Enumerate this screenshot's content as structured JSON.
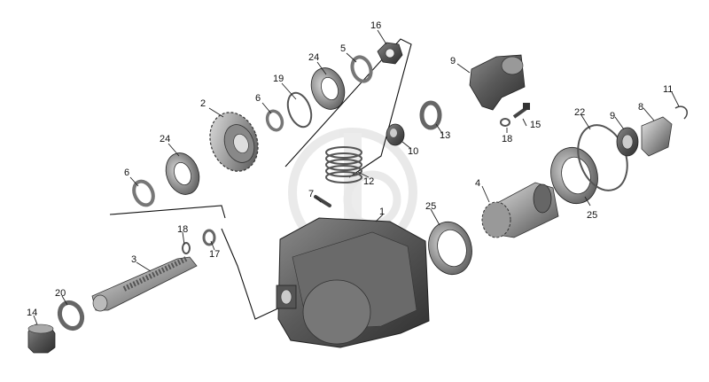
{
  "diagram": {
    "type": "exploded-parts-view",
    "callouts": [
      "1",
      "2",
      "3",
      "4",
      "5",
      "6",
      "6",
      "7",
      "8",
      "9",
      "10",
      "11",
      "12",
      "13",
      "14",
      "15",
      "16",
      "17",
      "18",
      "19",
      "20",
      "21",
      "22",
      "23",
      "24",
      "24",
      "25",
      "25"
    ],
    "watermark": "logo-watermark"
  }
}
